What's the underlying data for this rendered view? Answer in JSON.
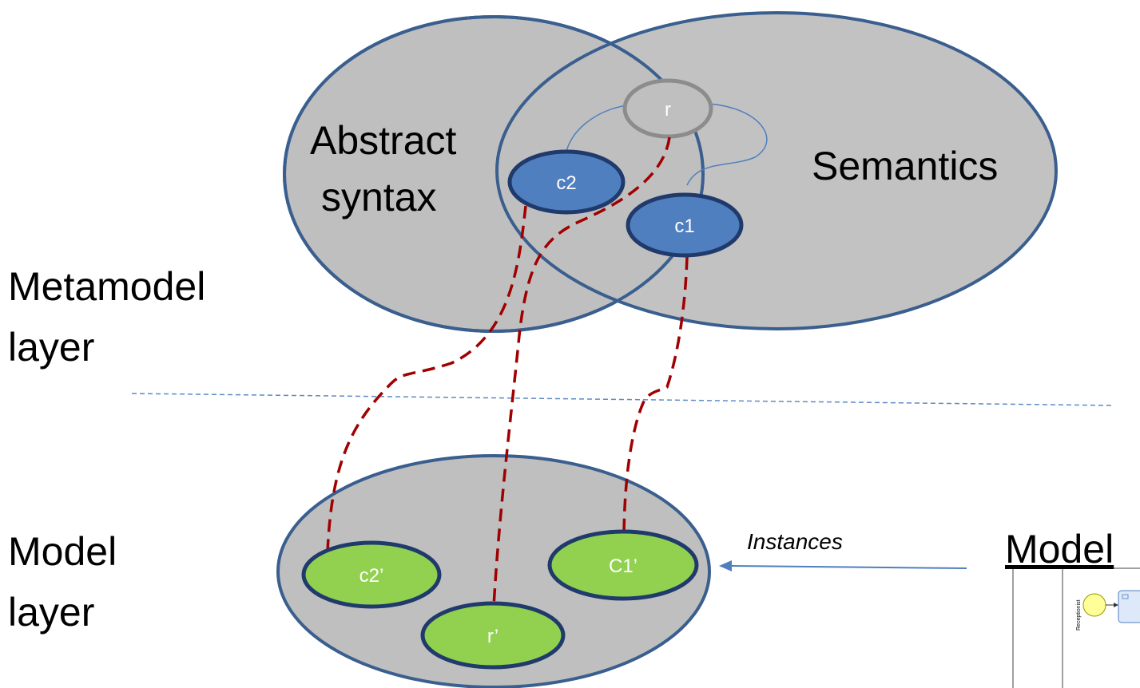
{
  "labels": {
    "abstract_syntax_line1": "Abstract",
    "abstract_syntax_line2": "syntax",
    "semantics": "Semantics",
    "metamodel_line1": "Metamodel",
    "metamodel_line2": "layer",
    "model_layer_line1": "Model",
    "model_layer_line2": "layer",
    "instances": "Instances",
    "model_heading": "Model",
    "lane_label": "Receptionist"
  },
  "nodes": {
    "r": "r",
    "c2": "c2",
    "c1": "c1",
    "c2_prime": "c2’",
    "c1_prime": "C1’",
    "r_prime": "r’"
  },
  "colors": {
    "ellipse_fill": "#bfbfbf",
    "ellipse_stroke": "#3a5f8f",
    "node_blue": "#4f7fbf",
    "node_green": "#92d050",
    "node_dark_stroke": "#1f3a6b",
    "dashed_link": "#a00000",
    "divider": "#5b8ac6",
    "connector": "#4f7fbf"
  }
}
